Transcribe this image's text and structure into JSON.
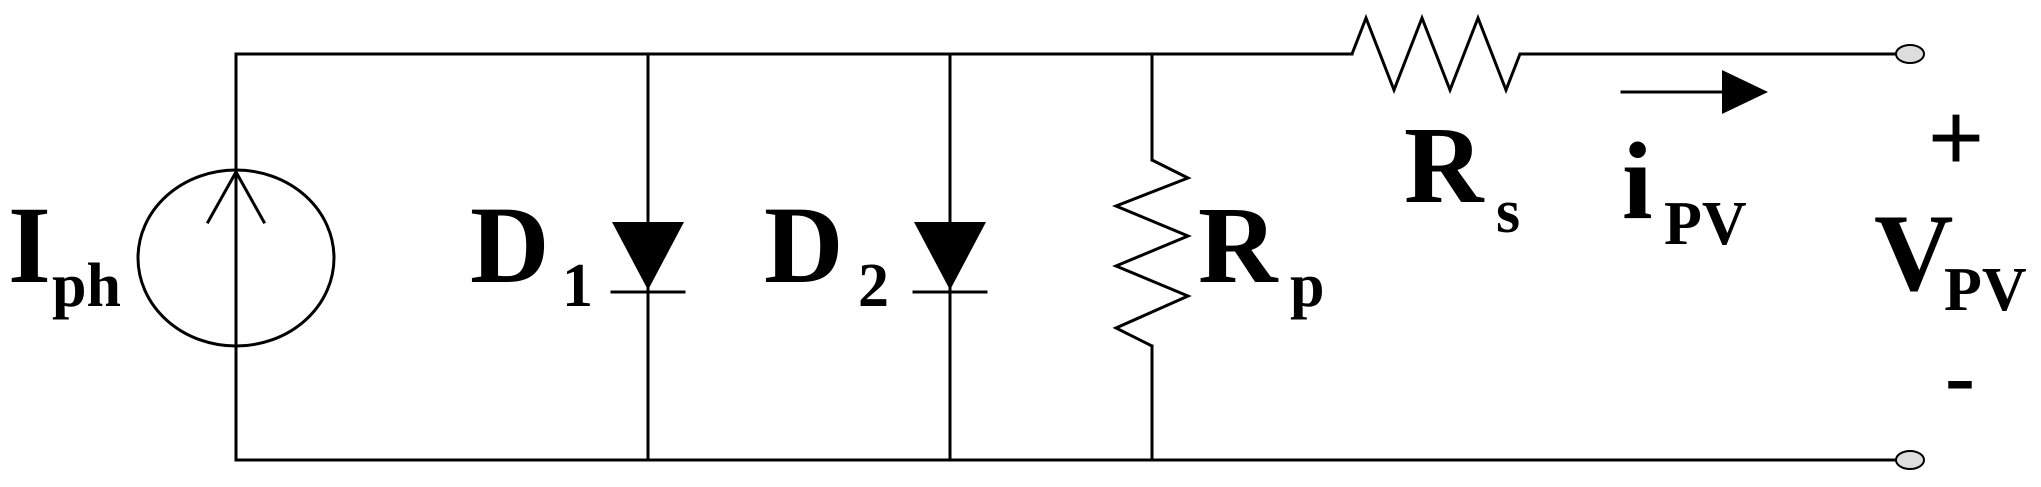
{
  "diagram": {
    "source": {
      "main": "I",
      "sub": "ph"
    },
    "diode1": {
      "main": "D",
      "sub": "1"
    },
    "diode2": {
      "main": "D",
      "sub": "2"
    },
    "rp": {
      "main": "R",
      "sub": "p"
    },
    "rs": {
      "main": "R",
      "sub": "s"
    },
    "current": {
      "main": "i",
      "sub": "PV"
    },
    "voltage": {
      "main": "V",
      "sub": "PV"
    },
    "plus": "+",
    "minus": "-"
  }
}
